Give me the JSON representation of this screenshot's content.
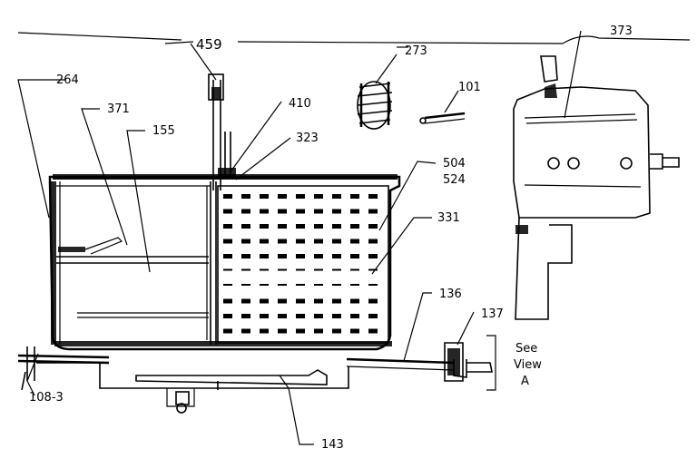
{
  "labels": {
    "p459": "459",
    "p273": "273",
    "p373": "373",
    "p264": "264",
    "p371": "371",
    "p410": "410",
    "p101": "101",
    "p155": "155",
    "p323": "323",
    "p504": "504",
    "p524": "524",
    "p331": "331",
    "p136": "136",
    "p137": "137",
    "p108_3": "108-3",
    "p143": "143",
    "see_view_1": "See",
    "see_view_2": "View",
    "see_view_3": "A"
  }
}
